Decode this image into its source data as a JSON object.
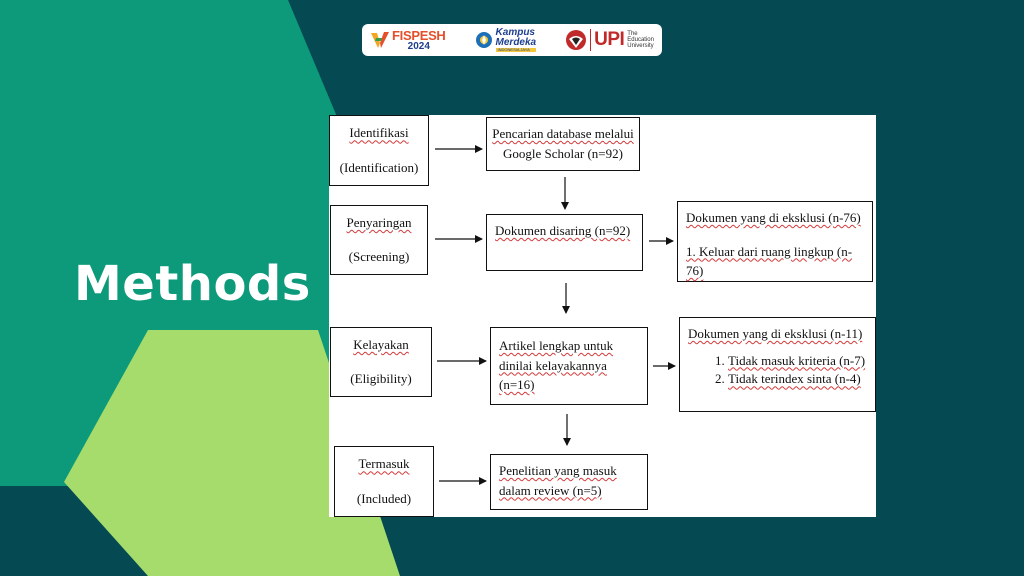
{
  "logos": {
    "fispesh_name": "FISPESH",
    "fispesh_year": "2024",
    "kampus_line1": "Kampus",
    "kampus_line2": "Merdeka",
    "kampus_tag": "INDONESIA JAYA",
    "upi_name": "UPI",
    "upi_sub_1": "The",
    "upi_sub_2": "Education",
    "upi_sub_3": "University"
  },
  "section_title": "Methods",
  "colors": {
    "background": "#054a52",
    "teal_panel": "#0c9a7a",
    "lime_hexagon": "#a6dc6c",
    "logo_orange": "#e4502b",
    "logo_navy": "#1d3f8f",
    "logo_red": "#c02a2a"
  },
  "flow": {
    "stages": [
      {
        "label": "Identifikasi",
        "label_en": "(Identification)"
      },
      {
        "label": "Penyaringan",
        "label_en": "(Screening)"
      },
      {
        "label": "Kelayakan",
        "label_en": "(Eligibility)"
      },
      {
        "label": "Termasuk",
        "label_en": "(Included)"
      }
    ],
    "steps": [
      {
        "line1": "Pencarian database melalui",
        "line2": "Google Scholar (n=92)"
      },
      {
        "line1": "Dokumen disaring (n=92)"
      },
      {
        "line1": "Artikel lengkap untuk",
        "line2": "dinilai kelayakannya (n=16)"
      },
      {
        "line1": "Penelitian yang masuk",
        "line2": "dalam review (n=5)"
      }
    ],
    "exclusions": [
      {
        "title": "Dokumen yang di eksklusi (n-76)",
        "items": [
          "1. Keluar dari ruang lingkup (n-76)"
        ]
      },
      {
        "title": "Dokumen yang di eksklusi (n-11)",
        "items": [
          "Tidak masuk kriteria (n-7)",
          "Tidak terindex sinta (n-4)"
        ]
      }
    ]
  }
}
